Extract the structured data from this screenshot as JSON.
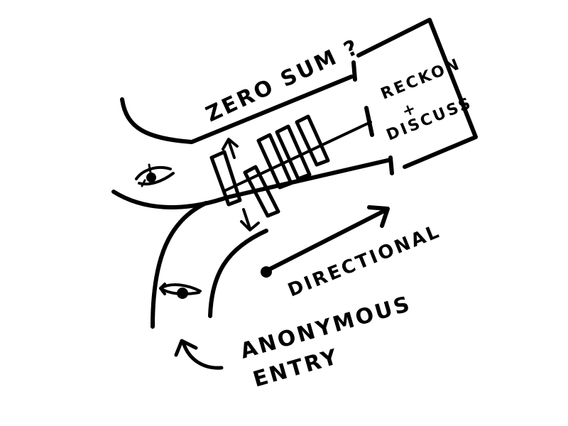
{
  "labels": {
    "zero_sum": "ZERO SUM ?",
    "reckon_line1": "RECKON",
    "reckon_line2": "+",
    "reckon_line3": "DISCUSS",
    "directional": "DIRECTIONAL",
    "anonymous_line1": "ANONYMOUS",
    "anonymous_line2": "ENTRY"
  },
  "colors": {
    "ink": "#000000",
    "background": "#ffffff"
  }
}
